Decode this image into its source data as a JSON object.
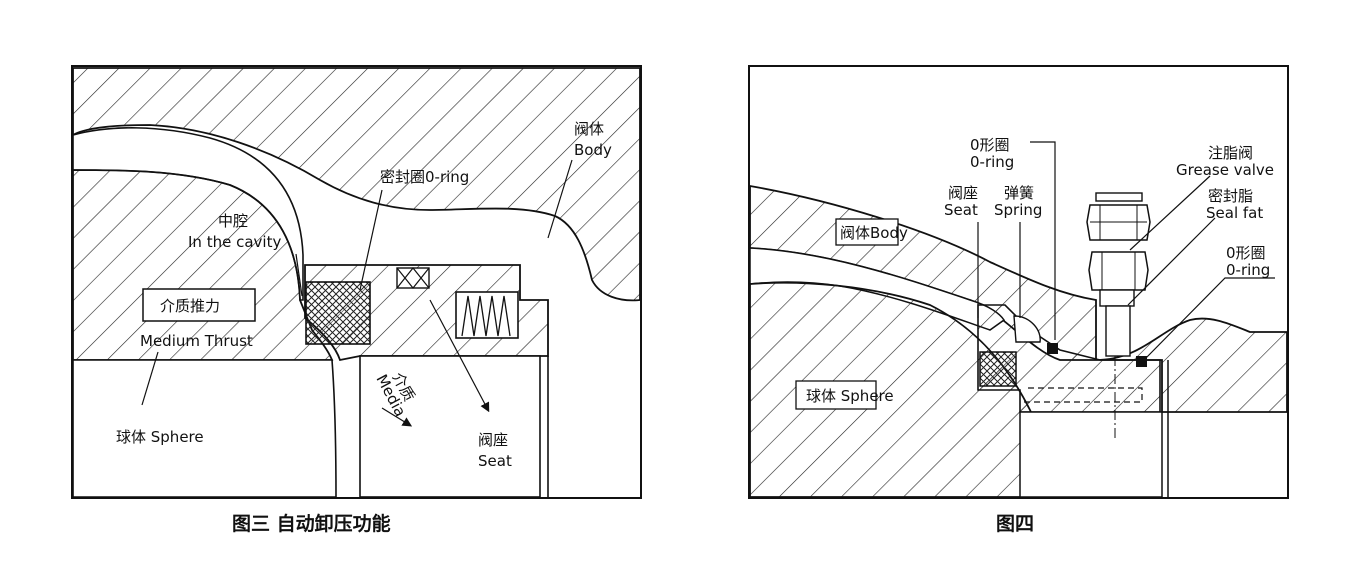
{
  "figure3": {
    "caption": "图三 自动卸压功能",
    "labels": {
      "body_cn": "阀体",
      "body_en": "Body",
      "oring": "密封圈0-ring",
      "cavity_cn": "中腔",
      "cavity_en": "In the cavity",
      "thrust_cn": "介质推力",
      "thrust_en": "Medium Thrust",
      "sphere": "球体 Sphere",
      "media_cn": "介质",
      "media_en": "Media",
      "seat_cn": "阀座",
      "seat_en": "Seat"
    }
  },
  "figure4": {
    "caption": "图四",
    "labels": {
      "oring1_cn": "0形圈",
      "oring1_en": "0-ring",
      "grease_cn": "注脂阀",
      "grease_en": "Grease valve",
      "seat_cn": "阀座",
      "seat_en": "Seat",
      "spring_cn": "弹簧",
      "spring_en": "Spring",
      "sealfat_cn": "密封脂",
      "sealfat_en": "Seal fat",
      "body": "阀体Body",
      "oring2_cn": "0形圈",
      "oring2_en": "0-ring",
      "sphere": "球体 Sphere"
    }
  }
}
